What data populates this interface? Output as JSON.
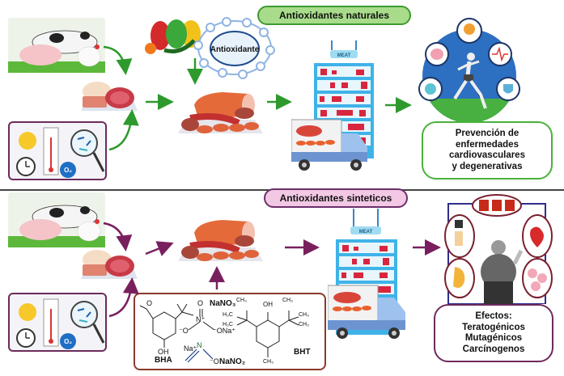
{
  "top_section": {
    "label": "Antioxidantes naturales",
    "antioxidant_label": "Antioxidante",
    "store_sign": "MEAT",
    "result": {
      "lines": [
        "Prevención de",
        "enfermedades",
        "cardiovasculares",
        "y degenerativas"
      ]
    },
    "arrow_color": "#2e9a2e",
    "accent_color": "#a8dc8a"
  },
  "bottom_section": {
    "label": "Antioxidantes sinteticos",
    "store_sign": "MEAT",
    "chemicals": {
      "bha": "BHA",
      "bht": "BHT",
      "nano3": "NaNO₃",
      "nano2": "NaNO₂",
      "na_plus": "Na⁺",
      "na": "Na",
      "o_minus": "⁻O",
      "oh": "OH",
      "ch3": "CH₃",
      "h3c": "H₃C",
      "n_plus": "N⁺",
      "o": "O",
      "n": "N"
    },
    "result": {
      "lines": [
        "Efectos:",
        "Teratogénicos",
        "Mutagénicos",
        "Carcínogenos"
      ]
    },
    "arrow_color": "#7a1f5e",
    "accent_color": "#f2c8e4"
  },
  "conditions": {
    "o2_label": "O₂"
  }
}
